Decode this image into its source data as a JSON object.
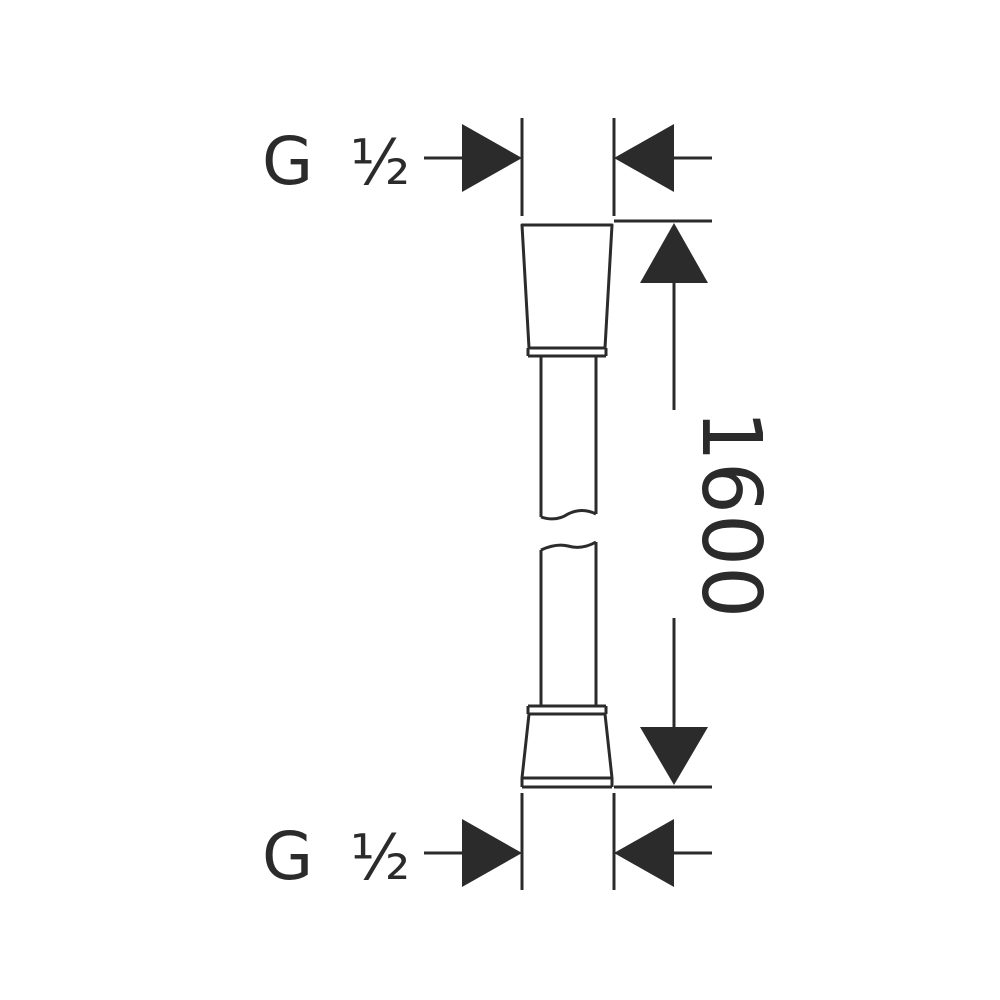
{
  "diagram": {
    "top_thread": {
      "letter": "G",
      "size": "½"
    },
    "bottom_thread": {
      "letter": "G",
      "size": "½"
    },
    "length_dimension": "1600",
    "colors": {
      "line": "#2b2b2b",
      "background": "#ffffff"
    }
  }
}
